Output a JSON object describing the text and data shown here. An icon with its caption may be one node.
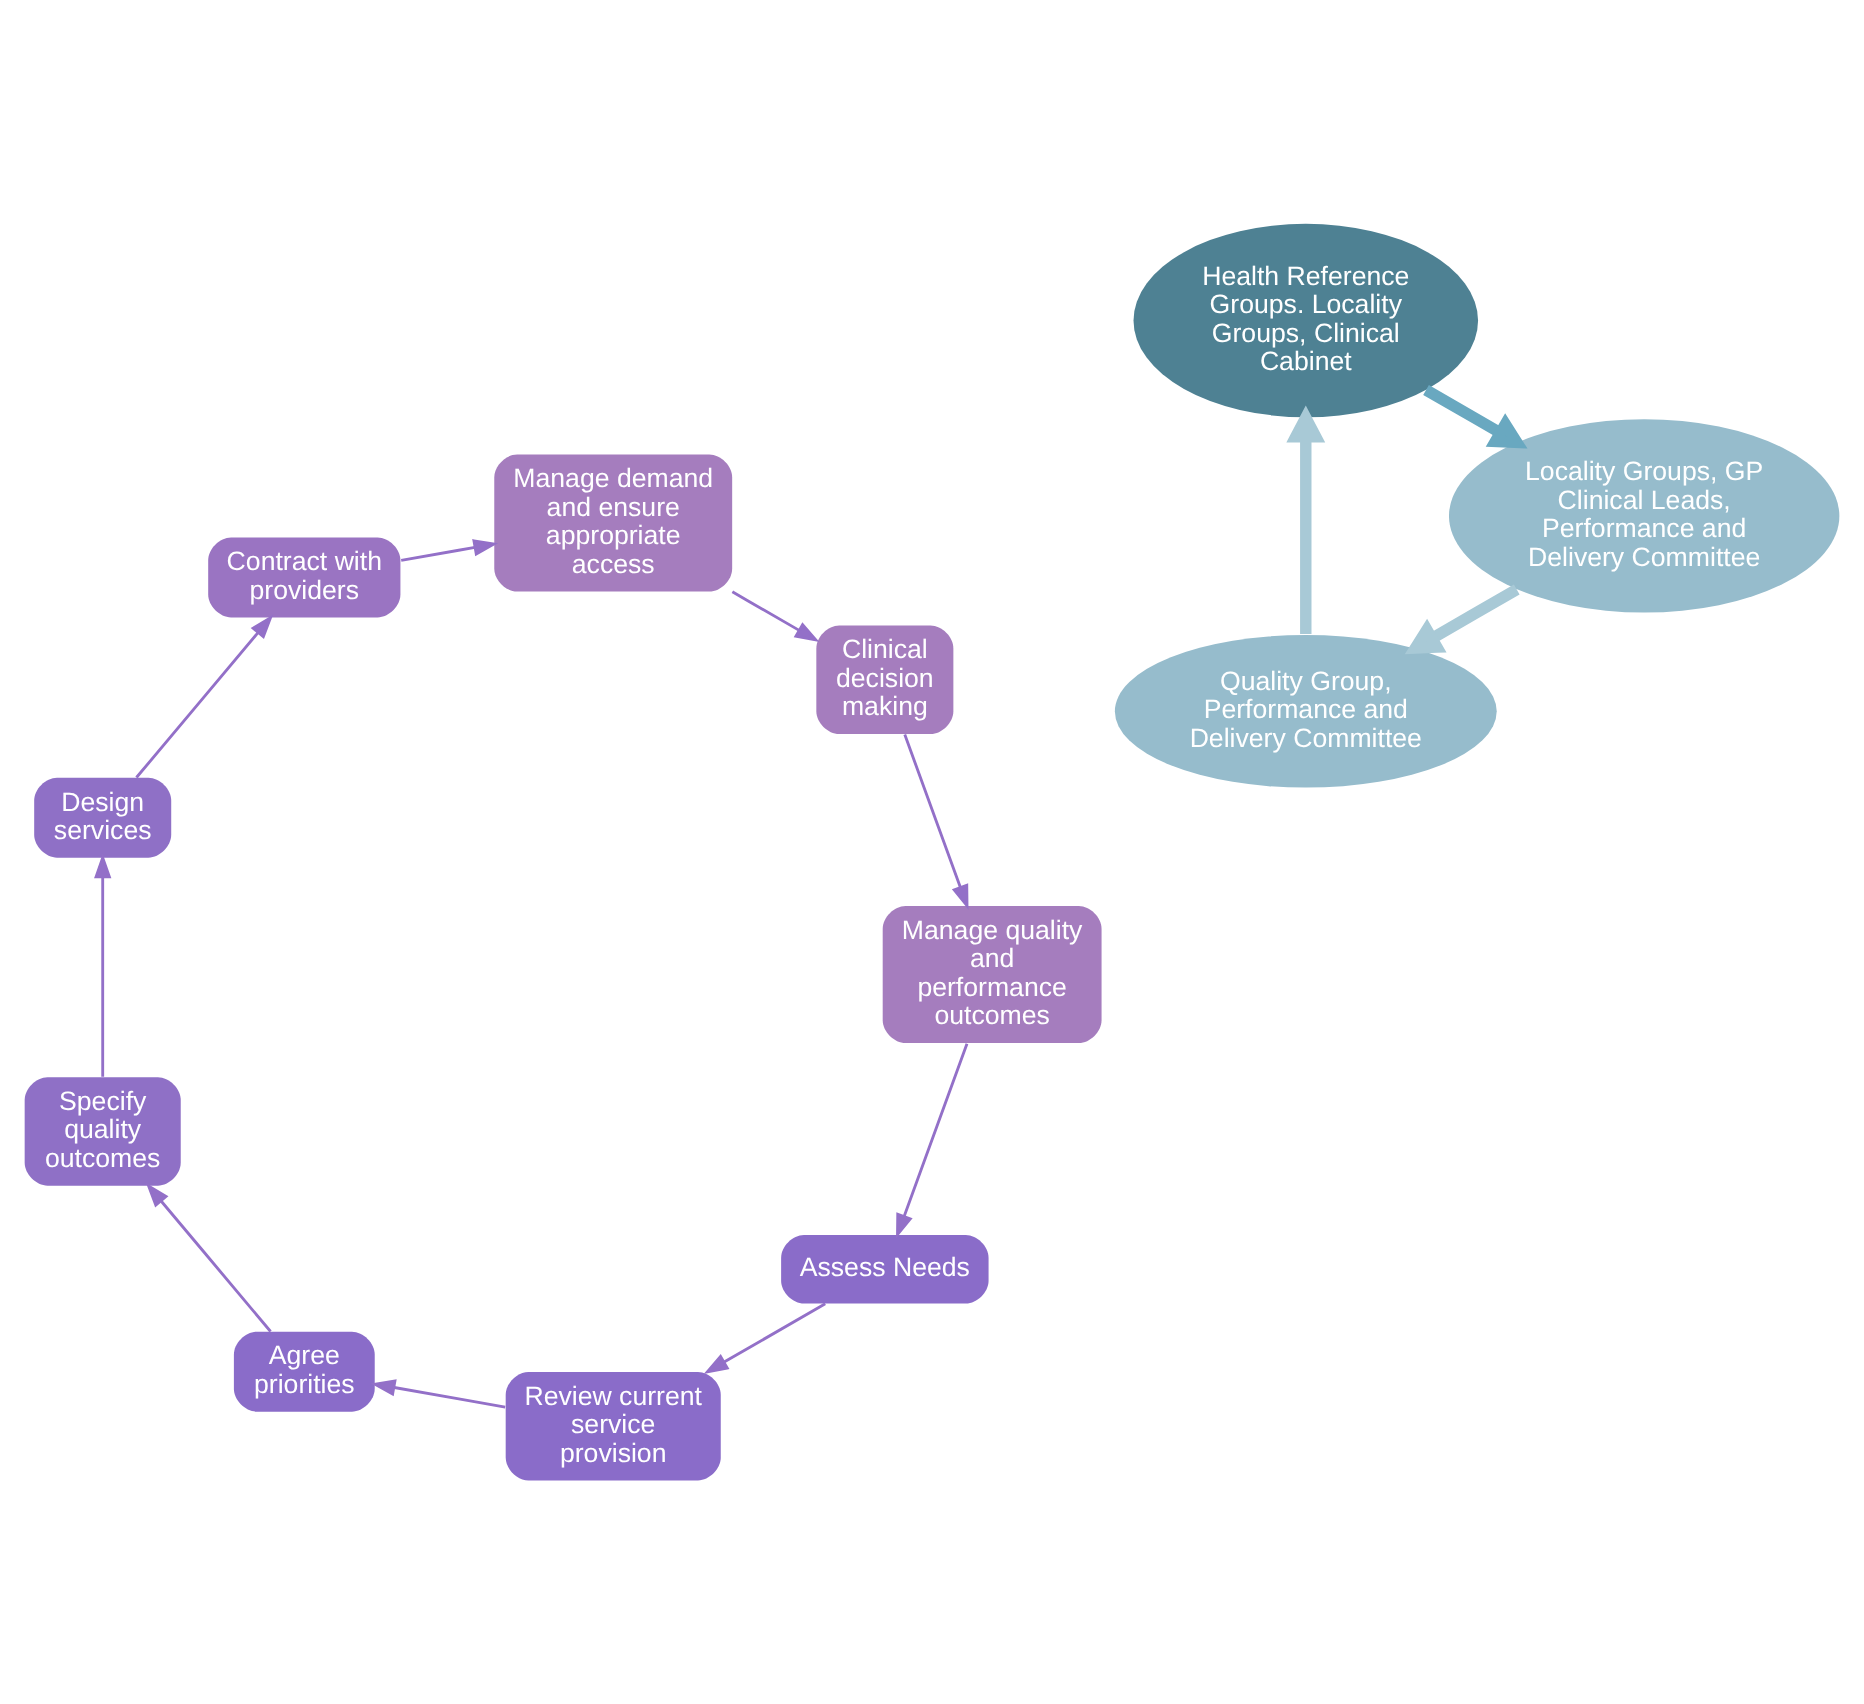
{
  "diagram": {
    "nodes": [
      {
        "text": [
          "Assess Needs"
        ]
      },
      {
        "text": [
          "Manage quality and performance outcomes"
        ]
      },
      {
        "text": [
          "Review current service provision"
        ]
      },
      {
        "text": [
          "Quality Group, Performance and Delivery Committee"
        ]
      },
      {
        "text": [
          "Health Reference Groups. Locality Groups, Clinical Cabinet"
        ]
      },
      {
        "text": [
          "Clinical decision making"
        ]
      },
      {
        "text": [
          "Agree priorities"
        ]
      },
      {
        "text": [
          "Locality Groups, GP Clinical Leads, Performance and Delivery Committee"
        ]
      },
      {
        "text": [
          "Specify quality outcomes"
        ]
      },
      {
        "text": [
          "Manage demand and ensure appropriate access"
        ]
      },
      {
        "text": [
          "Contract with providers"
        ]
      },
      {
        "text": [
          "Design services"
        ]
      }
    ],
    "edges": [
      {
        "from": 0,
        "to": 2,
        "arrow": "to"
      },
      {
        "from": 2,
        "to": 6,
        "arrow": "to"
      },
      {
        "from": 6,
        "to": 8,
        "arrow": "to"
      },
      {
        "from": 8,
        "to": 11,
        "arrow": "to"
      },
      {
        "from": 11,
        "to": 10,
        "arrow": "to"
      },
      {
        "from": 10,
        "to": 9,
        "arrow": "to"
      },
      {
        "from": 9,
        "to": 5,
        "arrow": "to"
      },
      {
        "from": 5,
        "to": 1,
        "arrow": "to"
      },
      {
        "from": 1,
        "to": 0,
        "arrow": "to"
      },
      {
        "from": 3,
        "to": 4,
        "arrow": "to",
        "style": "thick",
        "color": "#a8c9d6"
      },
      {
        "from": 4,
        "to": 7,
        "arrow": "to",
        "style": "thick",
        "color": "#69a8c0"
      },
      {
        "from": 7,
        "to": 3,
        "arrow": "to",
        "style": "thick",
        "color": "#a8c9d6"
      }
    ]
  }
}
